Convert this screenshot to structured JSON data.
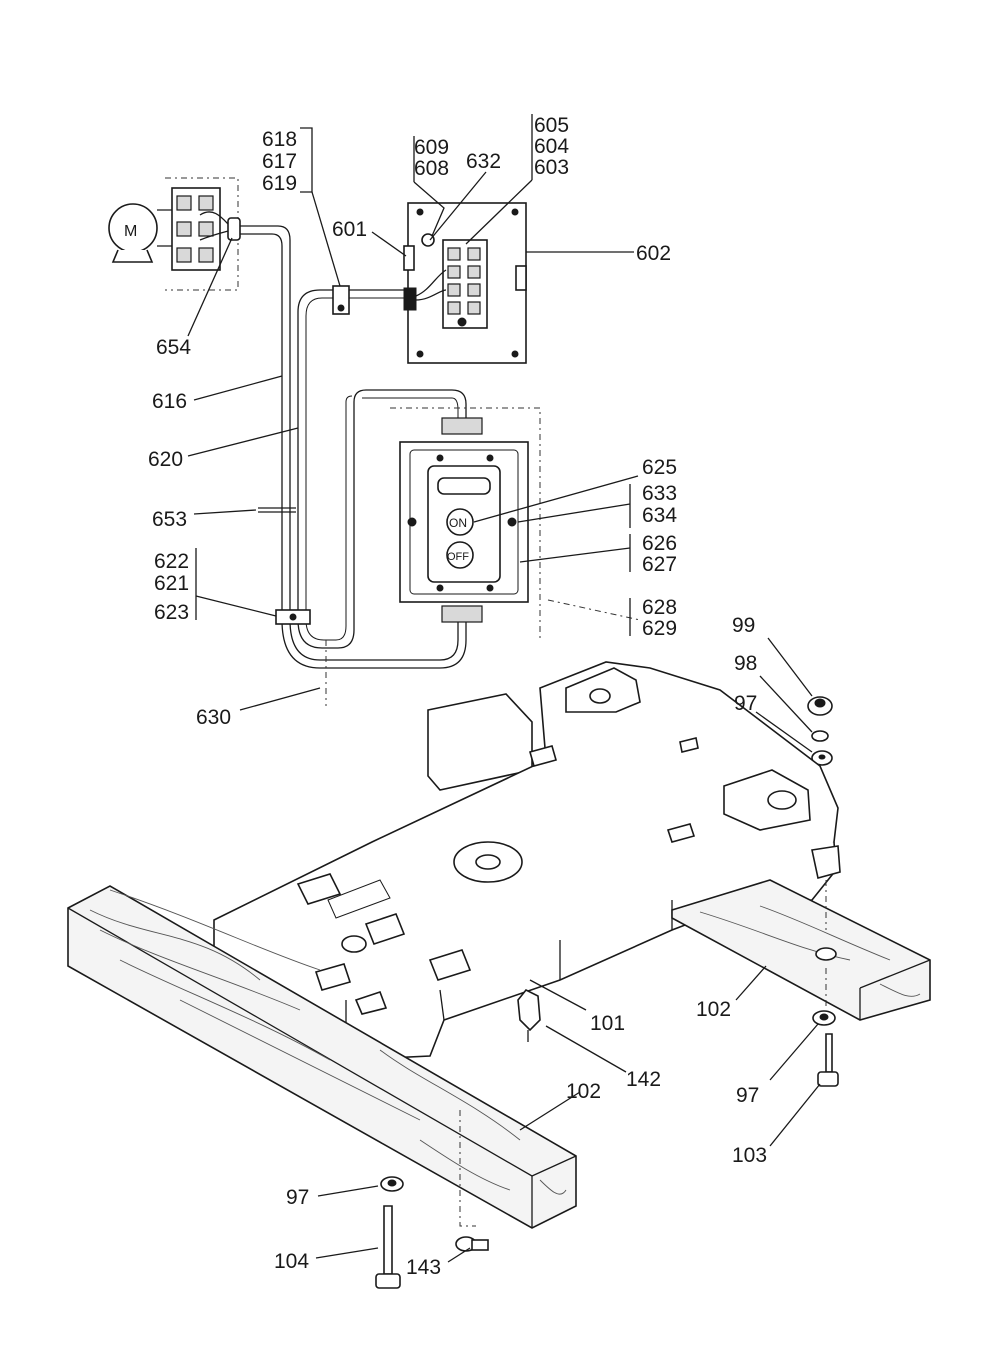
{
  "labels": {
    "l618": "618",
    "l617": "617",
    "l619": "619",
    "l609": "609",
    "l608": "608",
    "l632": "632",
    "l605": "605",
    "l604": "604",
    "l603": "603",
    "l601": "601",
    "l602": "602",
    "l654": "654",
    "l616": "616",
    "l620": "620",
    "l653": "653",
    "l625": "625",
    "l633": "633",
    "l634": "634",
    "l626": "626",
    "l627": "627",
    "l622": "622",
    "l621": "621",
    "l623": "623",
    "l628": "628",
    "l629": "629",
    "l630": "630",
    "l99": "99",
    "l98": "98",
    "l97a": "97",
    "l101": "101",
    "l102a": "102",
    "l142": "142",
    "l102b": "102",
    "l97b": "97",
    "l103": "103",
    "l97c": "97",
    "l104": "104",
    "l143": "143"
  },
  "motor": {
    "symbol": "M"
  },
  "switch_panel": {
    "on_label": "ON",
    "off_label": "OFF"
  }
}
